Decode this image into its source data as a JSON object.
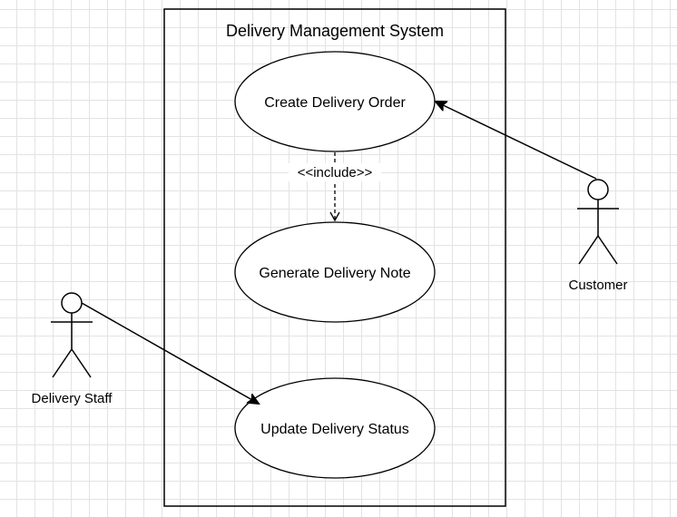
{
  "diagram": {
    "system_title": "Delivery Management System",
    "use_cases": [
      {
        "id": "uc1",
        "label": "Create Delivery Order"
      },
      {
        "id": "uc2",
        "label": "Generate Delivery Note"
      },
      {
        "id": "uc3",
        "label": "Update Delivery Status"
      }
    ],
    "actors": [
      {
        "id": "customer",
        "label": "Customer"
      },
      {
        "id": "staff",
        "label": "Delivery Staff"
      }
    ],
    "relationships": [
      {
        "from": "uc1",
        "to": "uc2",
        "type": "include",
        "label": "<<include>>"
      },
      {
        "from": "customer",
        "to": "uc1",
        "type": "association"
      },
      {
        "from": "staff",
        "to": "uc3",
        "type": "association"
      }
    ]
  }
}
